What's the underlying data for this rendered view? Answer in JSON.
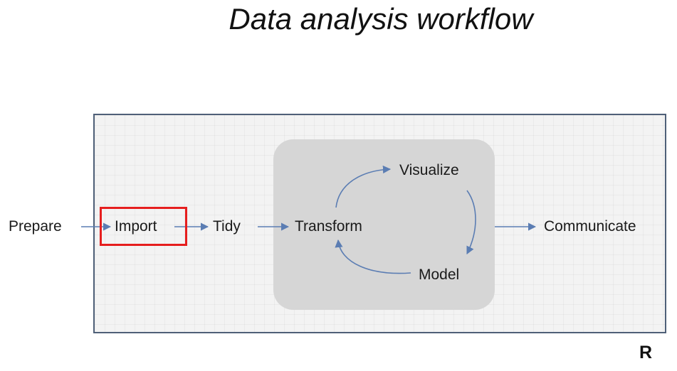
{
  "title": "Data analysis workflow",
  "steps": {
    "prepare": "Prepare",
    "import": "Import",
    "tidy": "Tidy",
    "transform": "Transform",
    "visualize": "Visualize",
    "model": "Model",
    "communicate": "Communicate"
  },
  "corner_mark": "R",
  "colors": {
    "arrow": "#5b7db3",
    "highlight": "#e61e1e",
    "frame_border": "#4f6078",
    "cycle_background": "#d6d6d6"
  },
  "highlighted_step": "Import"
}
